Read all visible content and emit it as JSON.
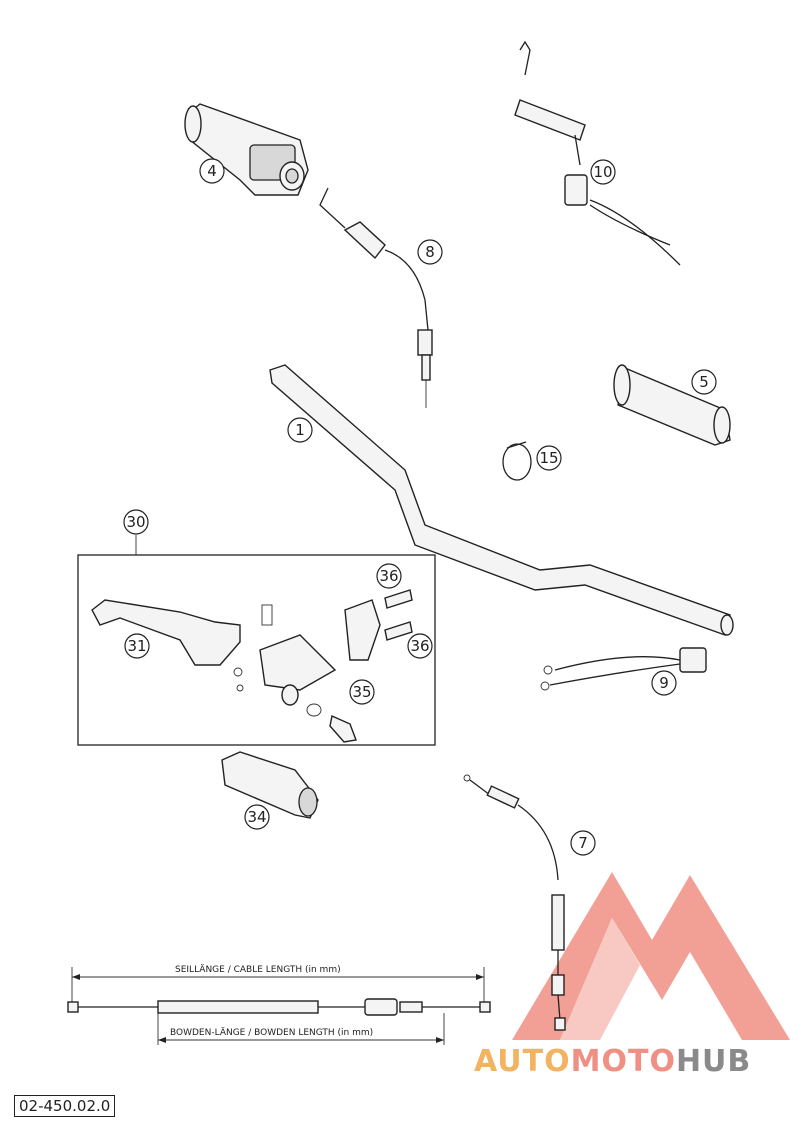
{
  "diagram": {
    "callouts": [
      {
        "id": "c1",
        "label": "1"
      },
      {
        "id": "c4",
        "label": "4"
      },
      {
        "id": "c5",
        "label": "5"
      },
      {
        "id": "c7",
        "label": "7"
      },
      {
        "id": "c8",
        "label": "8"
      },
      {
        "id": "c9",
        "label": "9"
      },
      {
        "id": "c10",
        "label": "10"
      },
      {
        "id": "c15",
        "label": "15"
      },
      {
        "id": "c30",
        "label": "30"
      },
      {
        "id": "c31",
        "label": "31"
      },
      {
        "id": "c34",
        "label": "34"
      },
      {
        "id": "c35",
        "label": "35"
      },
      {
        "id": "c36a",
        "label": "36"
      },
      {
        "id": "c36b",
        "label": "36"
      }
    ],
    "cable_length_label": "SEILLÄNGE / CABLE LENGTH    (in mm)",
    "bowden_length_label": "BOWDEN-LÄNGE / BOWDEN LENGTH    (in mm)",
    "document_code": "02-450.02.0"
  },
  "watermark": {
    "part1": "AUTO",
    "part2": "MOTO",
    "part3": "HUB",
    "colors": {
      "orange": "#f2b463",
      "red": "#f08f84",
      "gray": "#8a8a8a"
    }
  }
}
